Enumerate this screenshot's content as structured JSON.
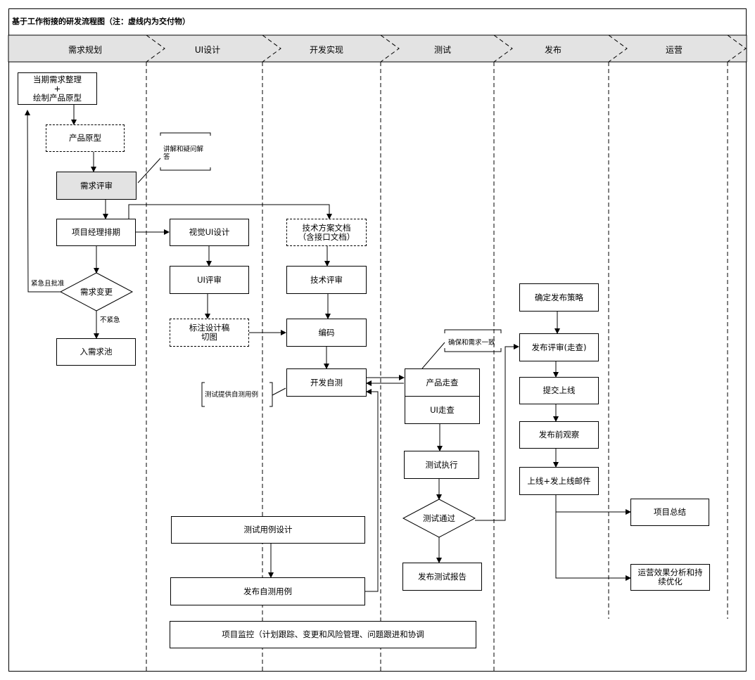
{
  "title": "基于工作衔接的研发流程图（注：虚线内为交付物）",
  "lanes": [
    "需求规划",
    "UI设计",
    "开发实现",
    "测试",
    "发布",
    "运营"
  ],
  "nodes": {
    "n1": "当期需求整理\n+\n绘制产品原型",
    "n2": "产品原型",
    "n3": "需求评审",
    "n4": "项目经理排期",
    "n5": "需求变更",
    "n6": "入需求池",
    "n7": "视觉UI设计",
    "n8": "UI评审",
    "n9": "标注设计稿\n切图",
    "n10": "技术方案文档\n（含接口文档）",
    "n11": "技术评审",
    "n12": "编码",
    "n13": "开发自测",
    "n14": "产品走查",
    "n15": "UI走查",
    "n16": "测试执行",
    "n17": "测试通过",
    "n18": "发布测试报告",
    "n19": "确定发布策略",
    "n20": "发布评审(走查)",
    "n21": "提交上线",
    "n22": "发布前观察",
    "n23": "上线+发上线邮件",
    "n24": "项目总结",
    "n25": "运营效果分析和持\n续优化",
    "n26": "测试用例设计",
    "n27": "发布自测用例",
    "n28": "项目监控（计划跟踪、变更和风险管理、问题跟进和协调"
  },
  "notes": {
    "explain": "讲解和疑问解\n答",
    "selftest": "测试提供自测用例",
    "consistent": "确保和需求一致"
  },
  "edge_labels": {
    "urgent": "紧急且批准",
    "not_urgent": "不紧急"
  }
}
